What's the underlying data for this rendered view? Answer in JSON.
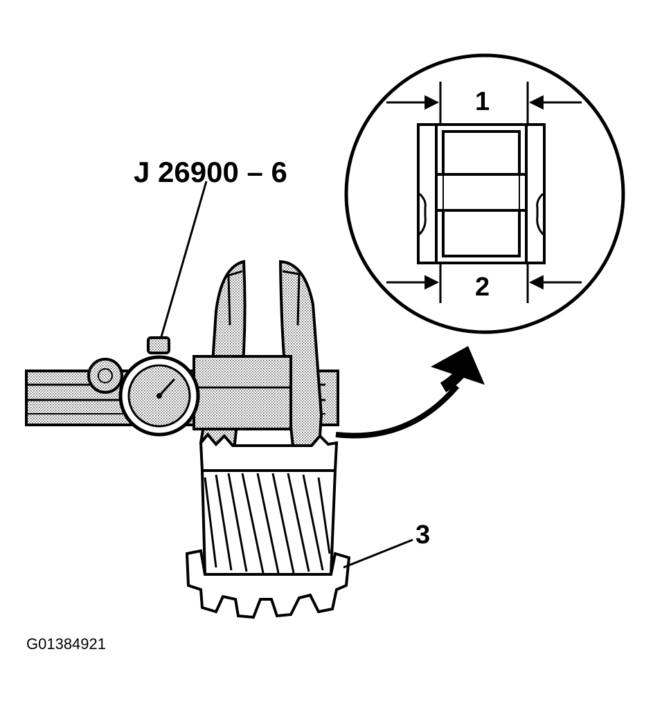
{
  "labels": {
    "tool": "J 26900 – 6",
    "dimension_1": "1",
    "dimension_2": "2",
    "part_3": "3",
    "figure_id": "G01384921"
  },
  "colors": {
    "ink": "#000000",
    "paper": "#ffffff",
    "stipple": "#8a8a8a"
  }
}
